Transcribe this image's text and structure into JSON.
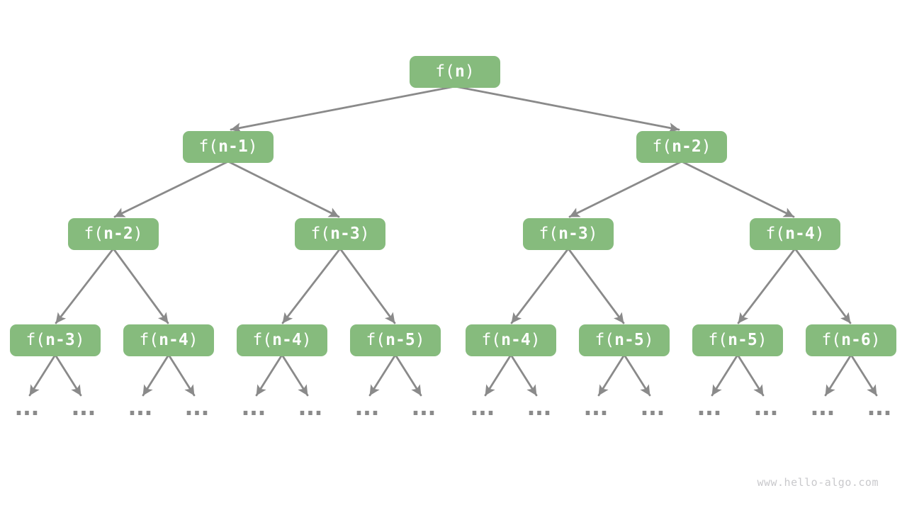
{
  "diagram": {
    "description": "recursion-tree",
    "ellipsis": "...",
    "nodes": [
      {
        "prefix": "f(",
        "arg": "n",
        "suffix": ")"
      },
      {
        "prefix": "f(",
        "arg": "n-1",
        "suffix": ")"
      },
      {
        "prefix": "f(",
        "arg": "n-2",
        "suffix": ")"
      },
      {
        "prefix": "f(",
        "arg": "n-2",
        "suffix": ")"
      },
      {
        "prefix": "f(",
        "arg": "n-3",
        "suffix": ")"
      },
      {
        "prefix": "f(",
        "arg": "n-3",
        "suffix": ")"
      },
      {
        "prefix": "f(",
        "arg": "n-4",
        "suffix": ")"
      },
      {
        "prefix": "f(",
        "arg": "n-3",
        "suffix": ")"
      },
      {
        "prefix": "f(",
        "arg": "n-4",
        "suffix": ")"
      },
      {
        "prefix": "f(",
        "arg": "n-4",
        "suffix": ")"
      },
      {
        "prefix": "f(",
        "arg": "n-5",
        "suffix": ")"
      },
      {
        "prefix": "f(",
        "arg": "n-4",
        "suffix": ")"
      },
      {
        "prefix": "f(",
        "arg": "n-5",
        "suffix": ")"
      },
      {
        "prefix": "f(",
        "arg": "n-5",
        "suffix": ")"
      },
      {
        "prefix": "f(",
        "arg": "n-6",
        "suffix": ")"
      }
    ]
  },
  "watermark": {
    "text": "www.hello-algo.com"
  },
  "colors": {
    "node_green": "#86BB7D",
    "arrow_gray": "#8A8A8A",
    "node_text": "#FFFFFF",
    "watermark_gray": "#C9C9CC",
    "background": "#FFFFFF"
  }
}
